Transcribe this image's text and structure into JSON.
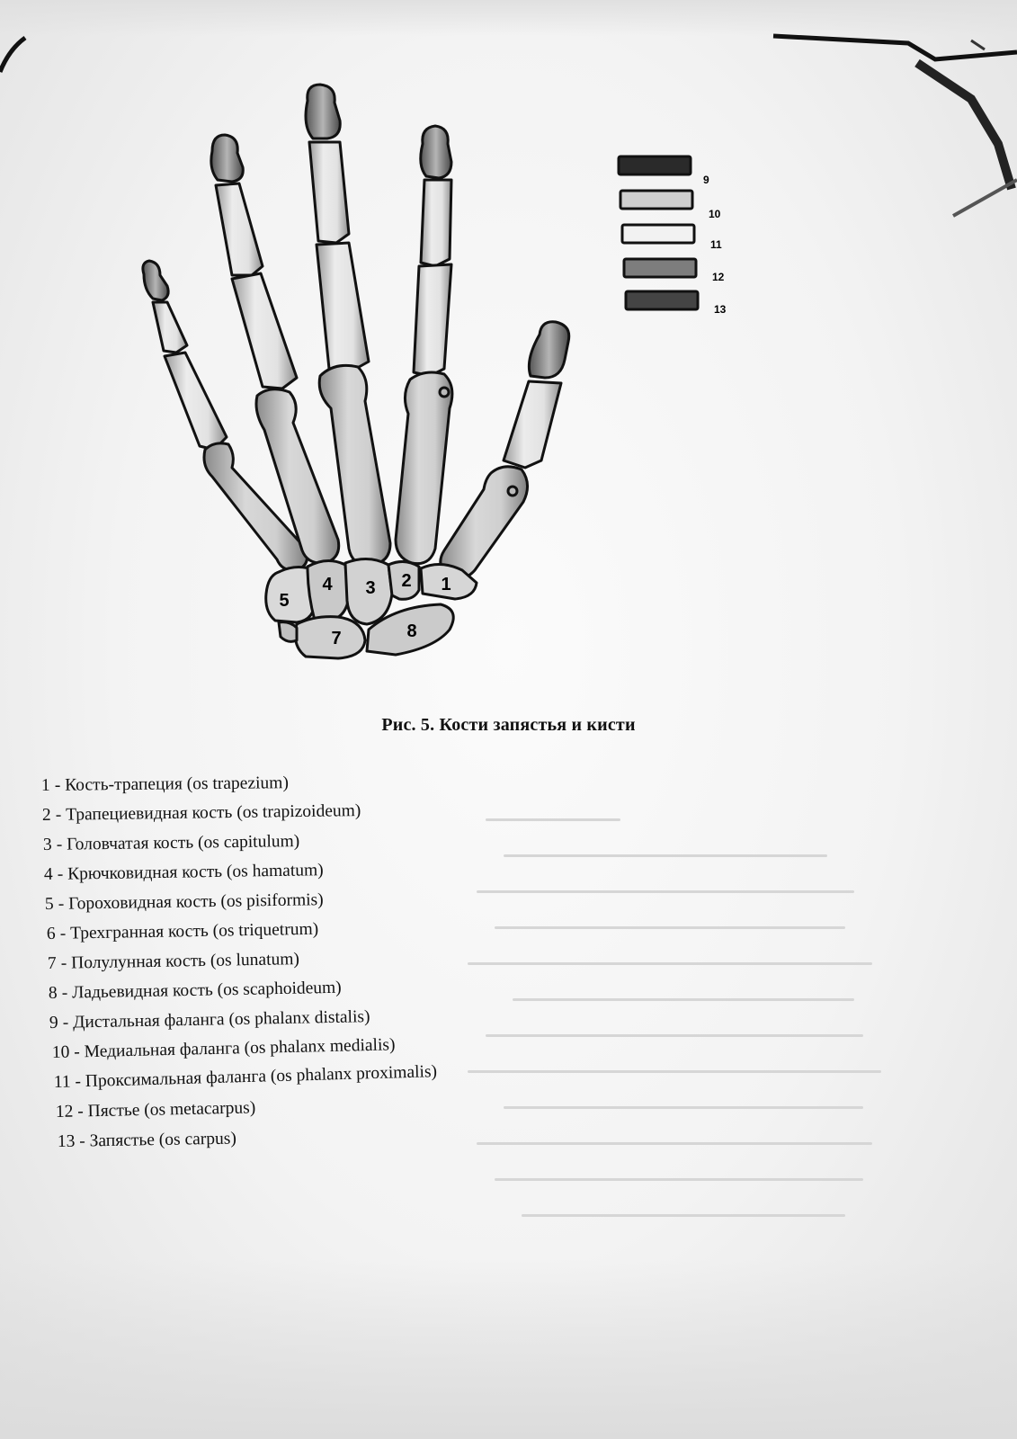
{
  "figure": {
    "caption": "Рис. 5. Кости запястья и кисти",
    "carpal_labels": [
      "1",
      "2",
      "3",
      "4",
      "5",
      "7",
      "8"
    ],
    "swatches": [
      {
        "label": "9",
        "color": "#2a2a2a"
      },
      {
        "label": "10",
        "color": "#cfcfcf"
      },
      {
        "label": "11",
        "color": "#f2f2f2"
      },
      {
        "label": "12",
        "color": "#7d7d7d"
      },
      {
        "label": "13",
        "color": "#444444"
      }
    ]
  },
  "legend": [
    {
      "num": "1",
      "text": " - Кость-трапеция (os trapezium)"
    },
    {
      "num": "2",
      "text": " - Трапециевидная кость (os trapizoideum)"
    },
    {
      "num": "3",
      "text": " - Головчатая кость (os capitulum)"
    },
    {
      "num": "4",
      "text": " - Крючковидная кость (os hamatum)"
    },
    {
      "num": "5",
      "text": " - Гороховидная кость (os pisiformis)"
    },
    {
      "num": "6",
      "text": " - Трехгранная кость (os triquetrum)"
    },
    {
      "num": "7",
      "text": " - Полулунная кость (os lunatum)"
    },
    {
      "num": "8",
      "text": " - Ладьевидная кость (os scaphoideum)"
    },
    {
      "num": "9",
      "text": " - Дистальная фаланга (os phalanx distalis)"
    },
    {
      "num": "10",
      "text": " - Медиальная фаланга (os phalanx medialis)"
    },
    {
      "num": "11",
      "text": " - Проксимальная фаланга (os phalanx proximalis)"
    },
    {
      "num": "12",
      "text": " - Пястье (os metacarpus)"
    },
    {
      "num": "13",
      "text": " - Запястье (os carpus)"
    }
  ]
}
